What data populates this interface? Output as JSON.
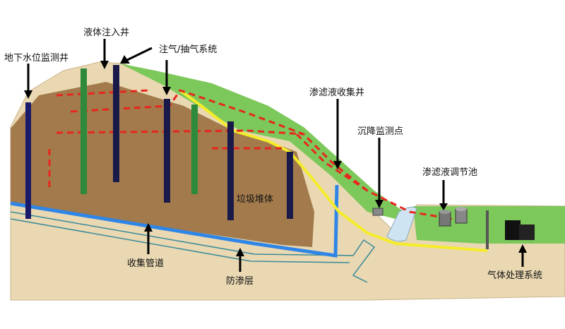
{
  "labels": {
    "groundwater_well": "地下水位监测井",
    "liquid_injection_well": "液体注入井",
    "gas_system": "注气/抽气系统",
    "leachate_well": "渗滤液收集井",
    "settlement_point": "沉降监测点",
    "leachate_pond": "渗滤液调节池",
    "waste_body": "垃圾堆体",
    "collection_pipe": "收集管道",
    "liner": "防渗层",
    "gas_treatment": "气体处理系统"
  },
  "colors": {
    "soil": "#e9d8b2",
    "waste": "#a27a4c",
    "grass": "#7cc85a",
    "pipe": "#2f86e6",
    "leachate_line": "#f4ec2a",
    "gas_line": "#e8261e",
    "well_navy": "#1a1a4a",
    "well_green": "#2e8a3a"
  }
}
